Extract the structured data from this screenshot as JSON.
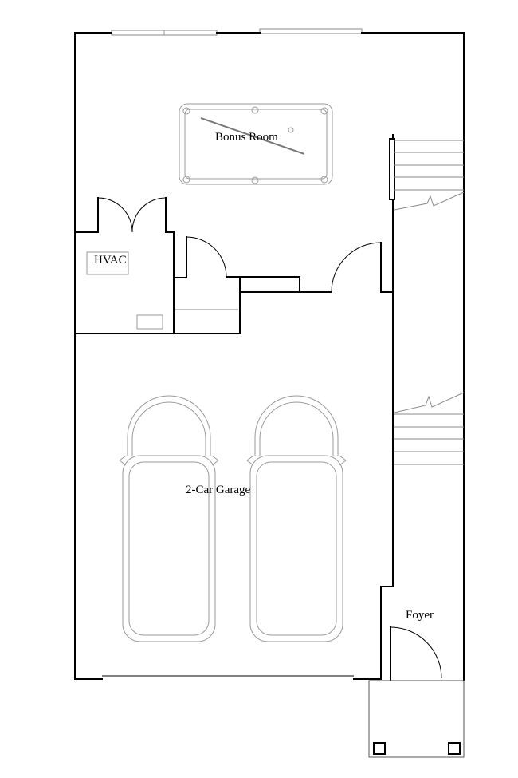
{
  "rooms": {
    "bonus_room": "Bonus Room",
    "hvac": "HVAC",
    "garage": "2-Car Garage",
    "foyer": "Foyer"
  }
}
